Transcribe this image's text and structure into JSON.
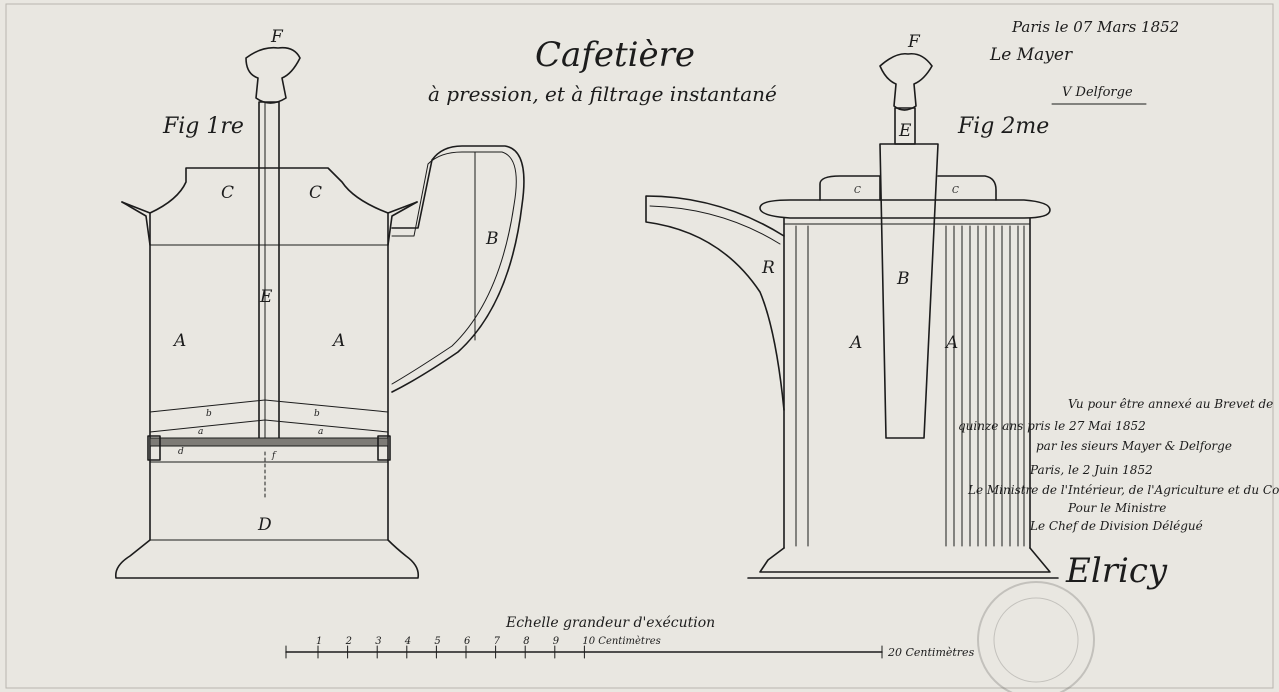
{
  "title": {
    "main": "Cafetière",
    "subtitle": "à pression, et à filtrage instantané"
  },
  "header_note": {
    "line1": "Paris le 07 Mars 1852",
    "line2": "Le Mayer",
    "line3": "V Delforge"
  },
  "figures": {
    "fig1": {
      "label": "Fig 1re",
      "letters": {
        "F": "F",
        "C1": "C",
        "C2": "C",
        "B": "B",
        "E": "E",
        "A1": "A",
        "A2": "A",
        "b1": "b",
        "b2": "b",
        "a1": "a",
        "a2": "a",
        "d": "d",
        "f": "f",
        "D": "D"
      }
    },
    "fig2": {
      "label": "Fig 2me",
      "letters": {
        "F": "F",
        "E": "E",
        "C1": "C",
        "C2": "C",
        "R": "R",
        "B": "B",
        "A1": "A",
        "A2": "A"
      }
    }
  },
  "scale": {
    "caption": "Echelle grandeur d'exécution",
    "ticks": [
      "1",
      "2",
      "3",
      "4",
      "5",
      "6",
      "7",
      "8",
      "9",
      "10 Centimètres"
    ],
    "end_label": "20 Centimètres"
  },
  "certificate": {
    "lines": [
      "Vu pour être annexé au Brevet de",
      "quinze ans pris le 27 Mai 1852",
      "par les sieurs Mayer & Delforge",
      "Paris, le 2 Juin 1852",
      "Le Ministre de l'Intérieur, de l'Agriculture et du Commerce",
      "Pour le Ministre",
      "Le Chef de Division Délégué"
    ],
    "signature": "Elricy"
  },
  "colors": {
    "paper": "#e9e7e1",
    "ink": "#1c1c1c"
  }
}
